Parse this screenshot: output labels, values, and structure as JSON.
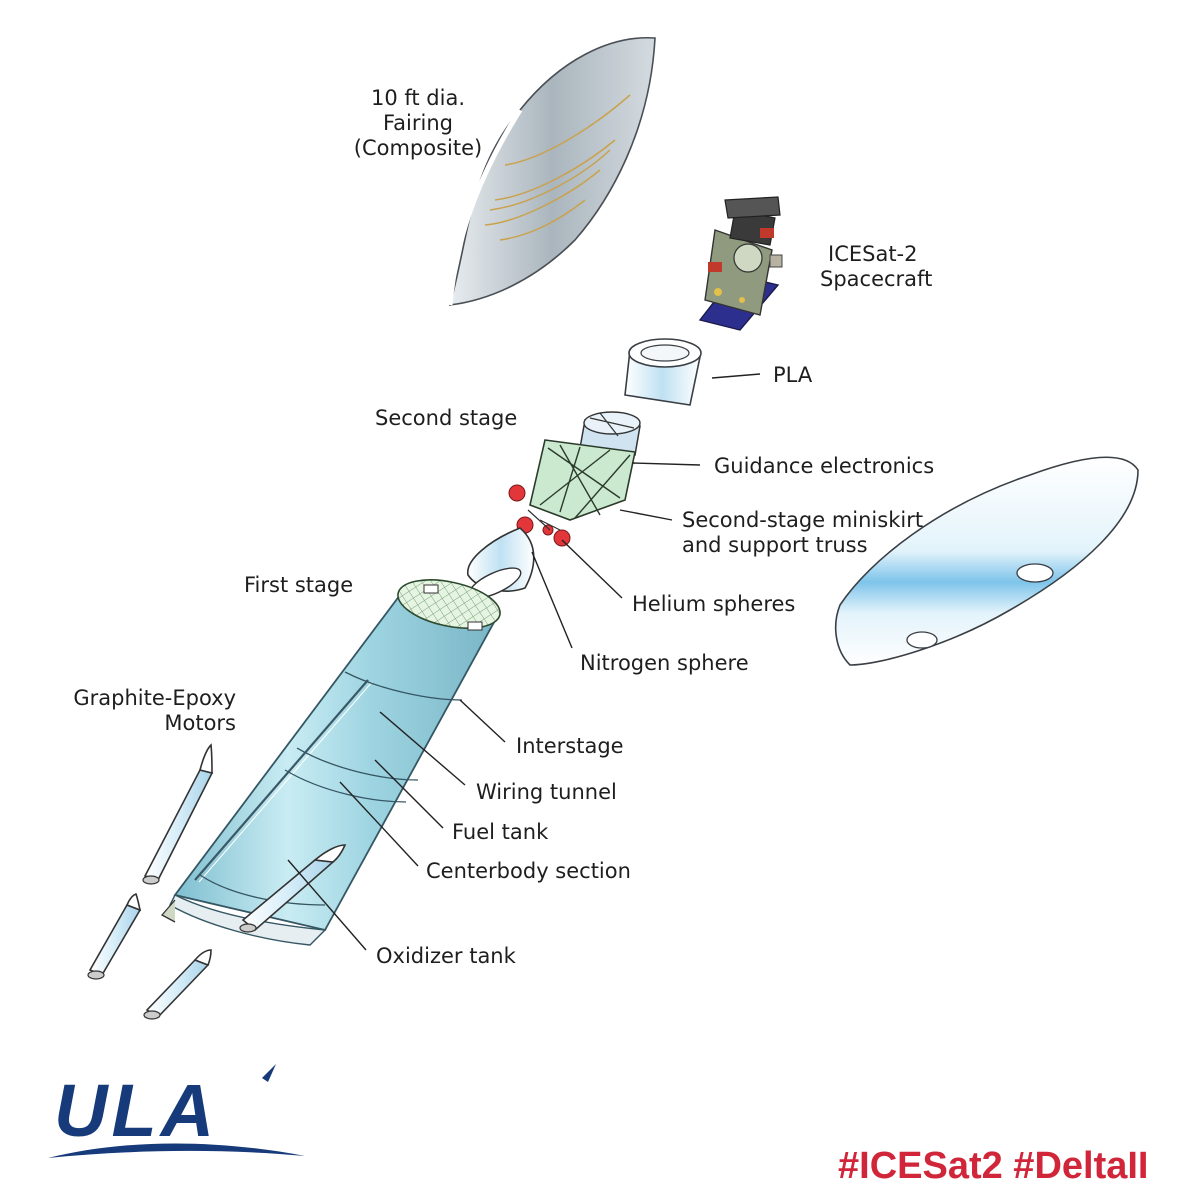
{
  "labels": {
    "fairing": [
      "10 ft dia.",
      "Fairing",
      "(Composite)"
    ],
    "spacecraft": [
      "ICESat-2",
      "Spacecraft"
    ],
    "pla": "PLA",
    "second_stage": "Second stage",
    "guidance": "Guidance electronics",
    "miniskirt": [
      "Second-stage miniskirt",
      "and support truss"
    ],
    "first_stage": "First stage",
    "helium": "Helium spheres",
    "nitrogen": "Nitrogen sphere",
    "motors": [
      "Graphite-Epoxy",
      "Motors"
    ],
    "interstage": "Interstage",
    "wiring": "Wiring tunnel",
    "fuel": "Fuel tank",
    "centerbody": "Centerbody section",
    "oxidizer": "Oxidizer tank"
  },
  "branding": {
    "logo_text": "ULA",
    "hashtag": "#ICESat2 #DeltaII"
  },
  "colors": {
    "brand_blue": "#163a7a",
    "hashtag_red": "#d1263a",
    "tank_cyan": "#a9dbe6",
    "fairing_silver": "#b9c4cc",
    "spacecraft_navy": "#2d2f8f"
  },
  "icons": {
    "logo": "ula-logo"
  }
}
